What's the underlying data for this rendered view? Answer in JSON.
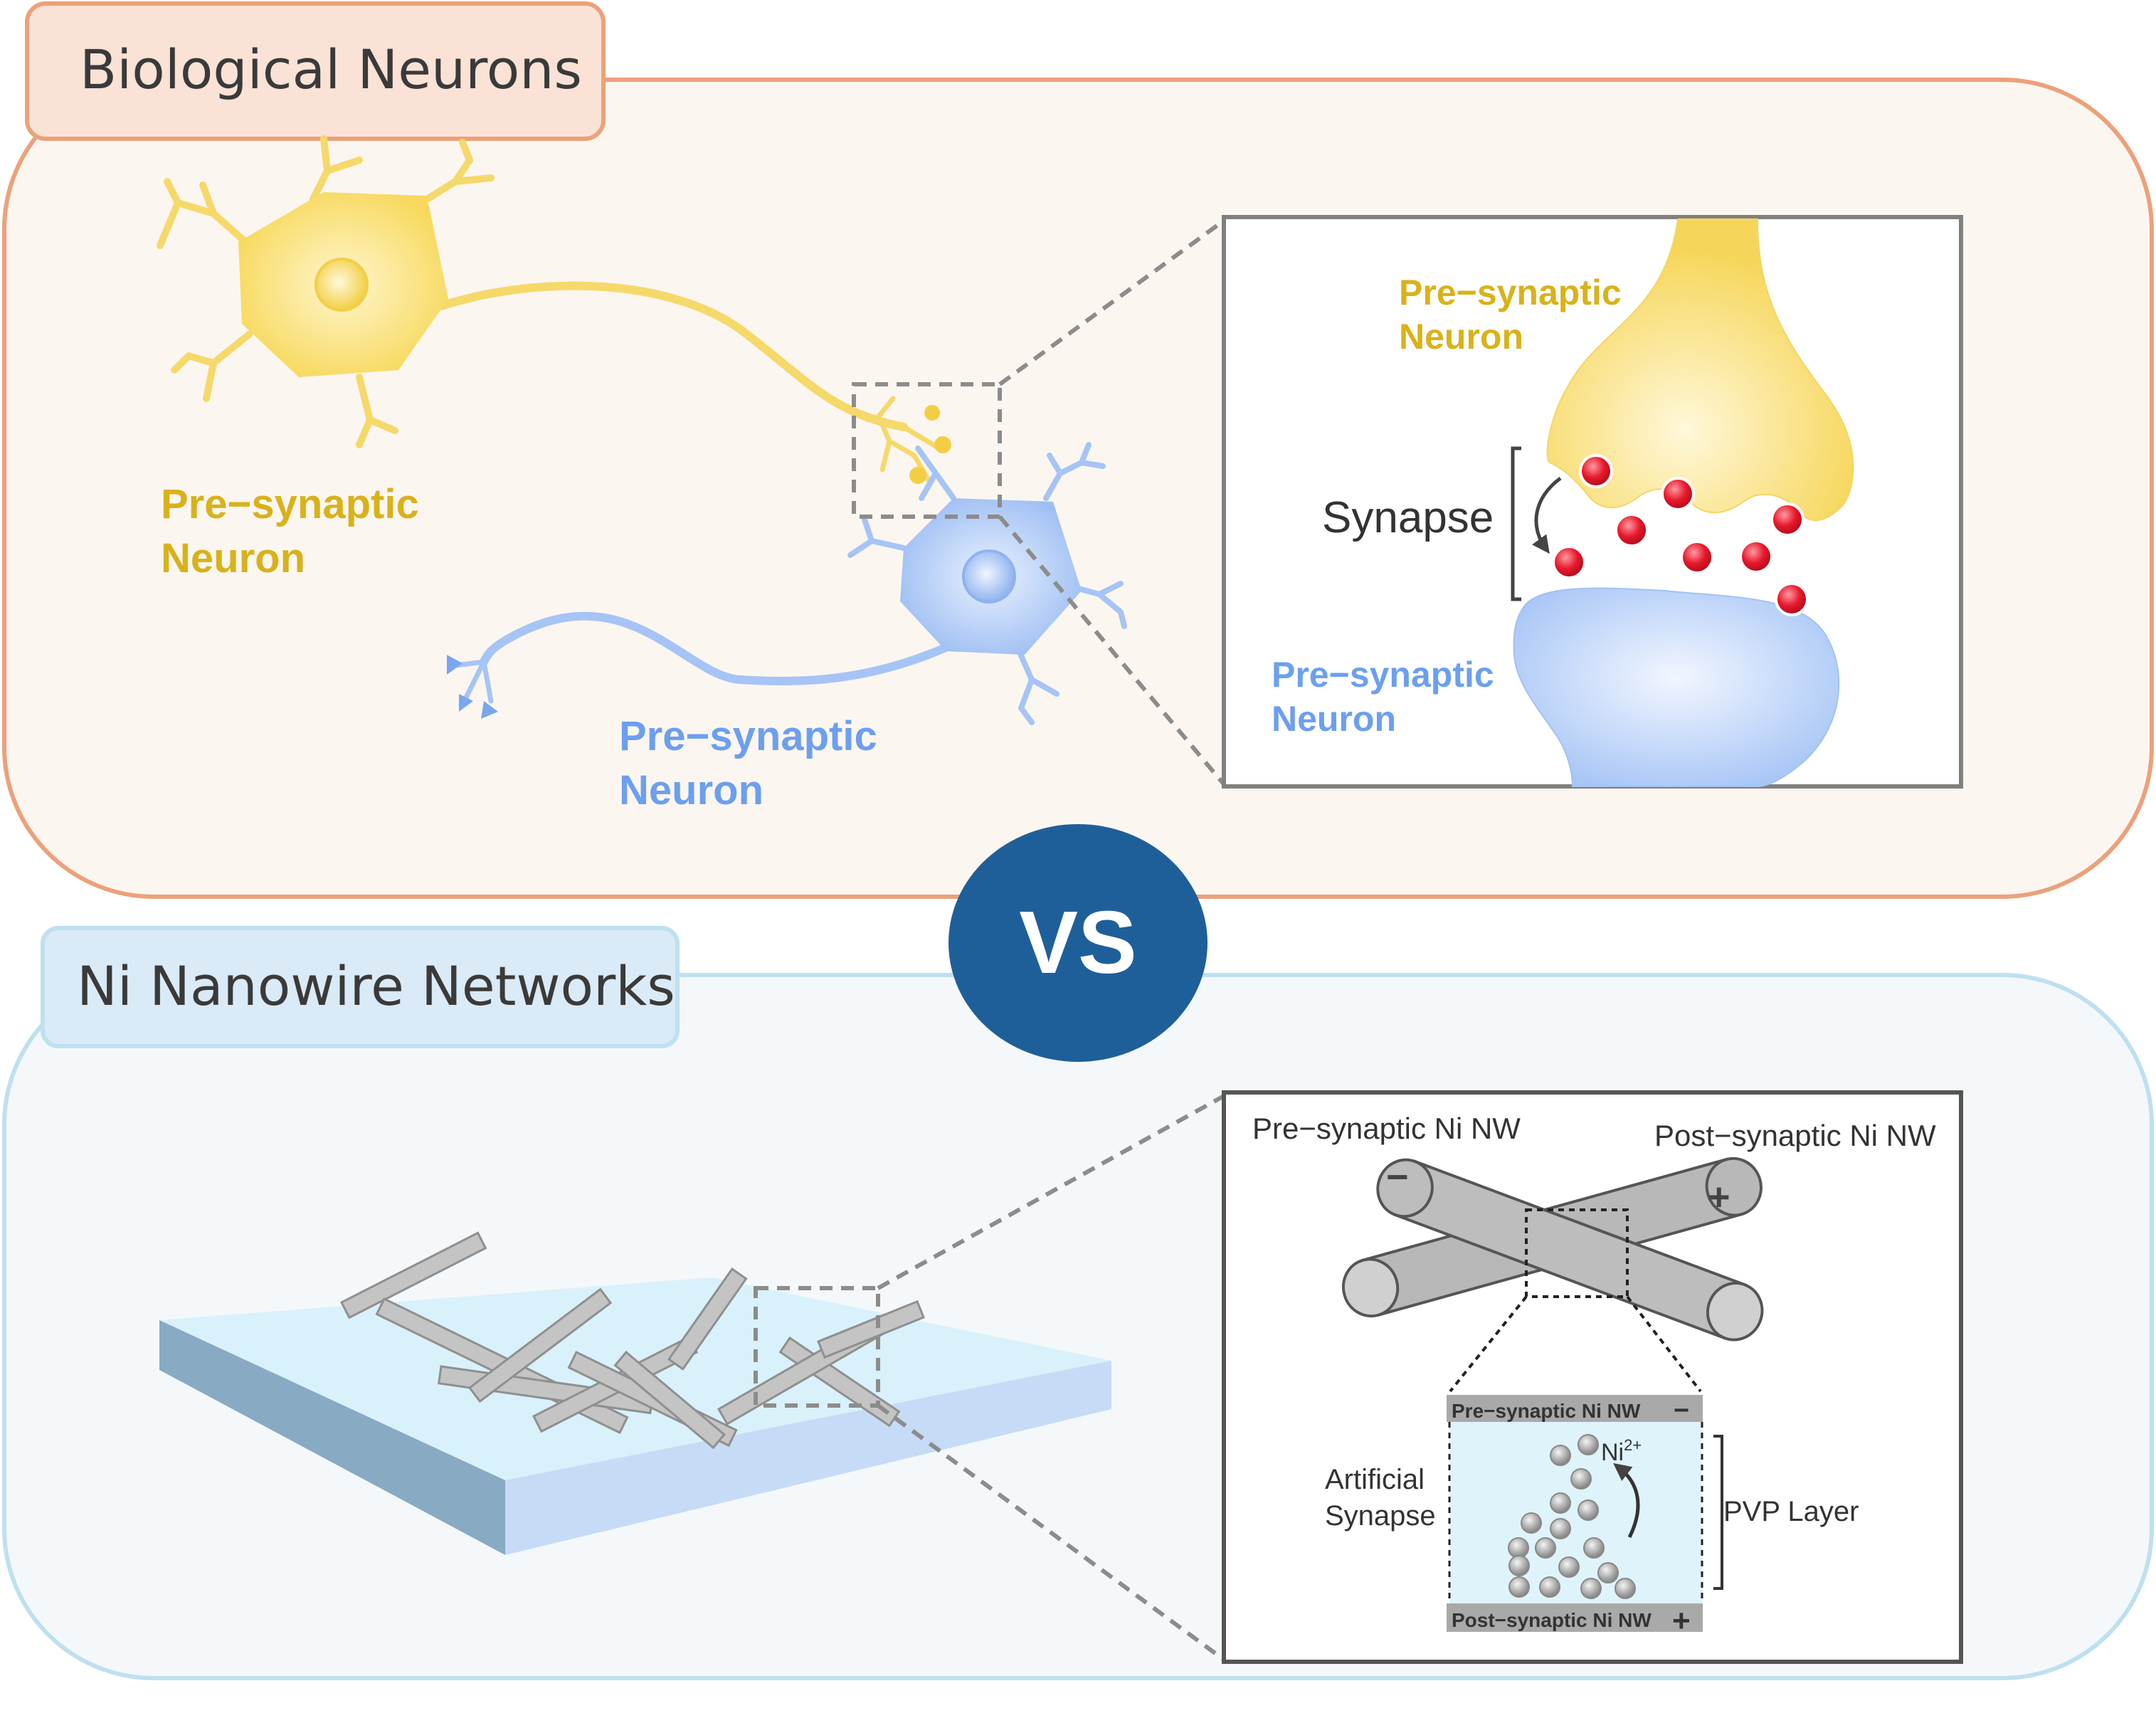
{
  "top_panel": {
    "tab_label": "Biological Neurons",
    "left_presynaptic_label": [
      "Pre−synaptic",
      "Neuron"
    ],
    "left_postsynaptic_label": [
      "Pre−synaptic",
      "Neuron"
    ],
    "inset": {
      "presynaptic_label": [
        "Pre−synaptic",
        "Neuron"
      ],
      "synapse_label": "Synapse",
      "postsynaptic_label": [
        "Pre−synaptic",
        "Neuron"
      ]
    }
  },
  "vs_badge": "VS",
  "bottom_panel": {
    "tab_label": "Ni Nanowire Networks",
    "inset": {
      "pre_nw_label": "Pre−synaptic Ni NW",
      "post_nw_label": "Post−synaptic Ni NW",
      "minus_sign": "−",
      "plus_sign": "+",
      "detail": {
        "top_electrode_label": "Pre−synaptic Ni NW",
        "bottom_electrode_label": "Post−synaptic Ni NW",
        "ion_label": "Ni",
        "ion_charge": "2+",
        "artificial_synapse_label": [
          "Artificial",
          "Synapse"
        ],
        "pvp_layer_label": "PVP Layer"
      }
    }
  },
  "colors": {
    "top_border": "#eca17a",
    "top_fill": "#fcf6f1",
    "top_tab_fill": "#fbe2d6",
    "bottom_border": "#bfe0ef",
    "bottom_fill": "#f4f8fb",
    "bottom_tab_fill": "#daeaf6",
    "neuron_yellow": "#f5d96a",
    "label_yellow": "#d9b21a",
    "neuron_blue": "#a6c4f5",
    "label_blue": "#6c9ff0",
    "vesicle_red": "#e8192c",
    "vs_fill": "#1f5f99",
    "wire_gray": "#b8b8b8"
  }
}
